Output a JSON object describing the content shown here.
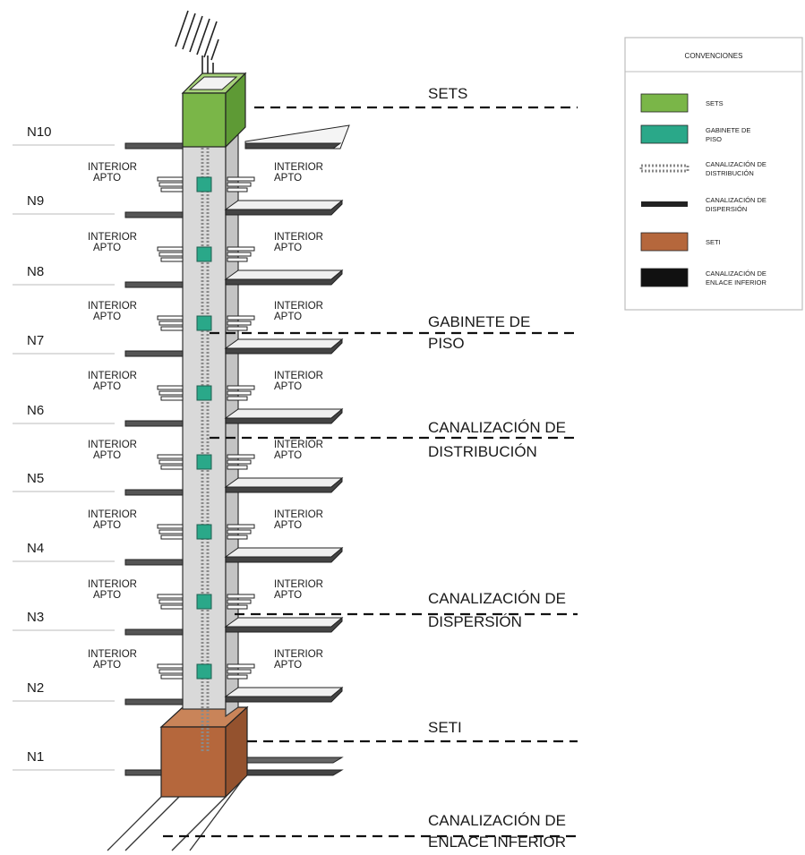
{
  "levels": [
    "N1",
    "N2",
    "N3",
    "N4",
    "N5",
    "N6",
    "N7",
    "N8",
    "N9",
    "N10"
  ],
  "apartment_label": {
    "line1": "INTERIOR",
    "line2": "APTO"
  },
  "callouts": {
    "sets": [
      "SETS"
    ],
    "gabinete": [
      "GABINETE DE",
      "PISO"
    ],
    "distribucion": [
      "CANALIZACIÓN DE",
      "DISTRIBUCIÓN"
    ],
    "dispersion": [
      "CANALIZACIÓN DE",
      "DISPERSIÓN"
    ],
    "seti": [
      "SETI"
    ],
    "enlace": [
      "CANALIZACIÓN DE",
      "ENLACE INFERIOR"
    ]
  },
  "legend": {
    "title": "CONVENCIONES",
    "items": [
      {
        "key": "sets",
        "label": [
          "SETS"
        ],
        "color": "#7ab648"
      },
      {
        "key": "gabinete",
        "label": [
          "GABINETE DE",
          "PISO"
        ],
        "color": "#2aa889"
      },
      {
        "key": "distribucion",
        "label": [
          "CANALIZACIÓN DE",
          "DISTRIBUCIÓN"
        ],
        "color": "#9a9a9a"
      },
      {
        "key": "dispersion",
        "label": [
          "CANALIZACIÓN DE",
          "DISPERSIÓN"
        ],
        "color": "#222222"
      },
      {
        "key": "seti",
        "label": [
          "SETI"
        ],
        "color": "#b5673c"
      },
      {
        "key": "enlace",
        "label": [
          "CANALIZACIÓN DE",
          "ENLACE INFERIOR"
        ],
        "color": "#111111"
      }
    ]
  },
  "colors": {
    "sets_box": "#7ab648",
    "seti_box": "#b5673c",
    "cabinet": "#2aa889",
    "shaft": "#d9d9d9",
    "slab": "#444444"
  }
}
